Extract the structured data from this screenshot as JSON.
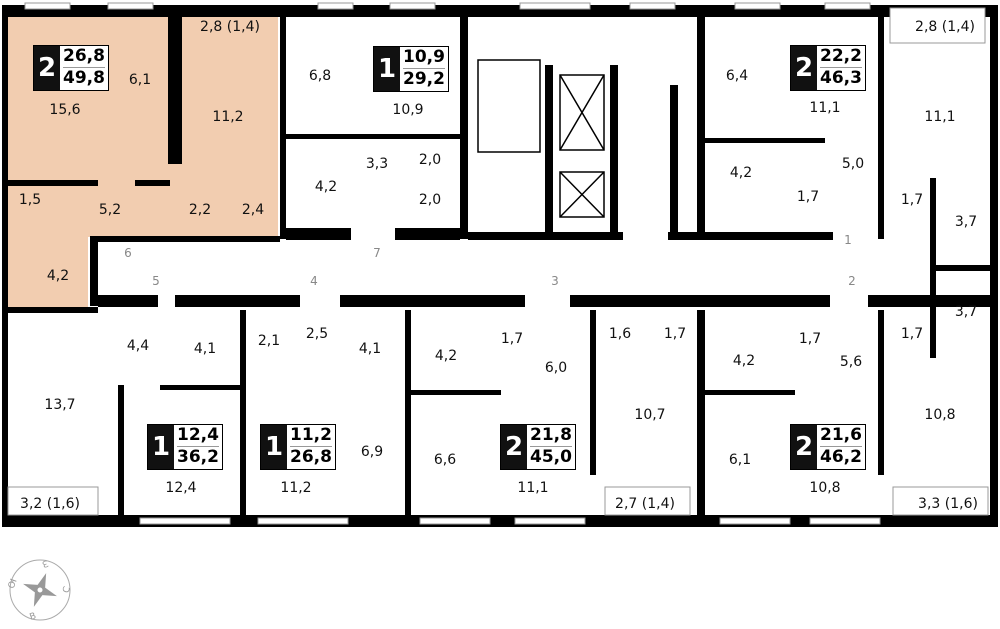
{
  "colors": {
    "highlight": "#f2cdb0",
    "wall": "#000000",
    "door_number": "#888888"
  },
  "apartments": [
    {
      "rooms": "2",
      "living_area": "26,8",
      "total_area": "49,8",
      "highlighted": true
    },
    {
      "rooms": "1",
      "living_area": "10,9",
      "total_area": "29,2"
    },
    {
      "rooms": "2",
      "living_area": "22,2",
      "total_area": "46,3"
    },
    {
      "rooms": "1",
      "living_area": "12,4",
      "total_area": "36,2"
    },
    {
      "rooms": "1",
      "living_area": "11,2",
      "total_area": "26,8"
    },
    {
      "rooms": "2",
      "living_area": "21,8",
      "total_area": "45,0"
    },
    {
      "rooms": "2",
      "living_area": "21,6",
      "total_area": "46,2"
    }
  ],
  "room_labels": [
    "15,6",
    "6,1",
    "2,8 (1,4)",
    "11,2",
    "1,5",
    "5,2",
    "2,2",
    "2,4",
    "4,2",
    "6,8",
    "10,9",
    "3,3",
    "2,0",
    "2,0",
    "4,2",
    "6,4",
    "11,1",
    "4,2",
    "1,7",
    "5,0",
    "2,8 (1,4)",
    "11,1",
    "1,7",
    "3,7",
    "3,7",
    "1,7",
    "4,4",
    "4,1",
    "13,7",
    "12,4",
    "3,2 (1,6)",
    "2,1",
    "2,5",
    "4,1",
    "11,2",
    "6,9",
    "4,2",
    "1,7",
    "6,6",
    "11,1",
    "6,0",
    "1,6",
    "1,7",
    "10,7",
    "2,7 (1,4)",
    "4,2",
    "1,7",
    "5,6",
    "6,1",
    "10,8",
    "10,8",
    "3,3 (1,6)"
  ],
  "door_numbers": [
    "6",
    "5",
    "4",
    "7",
    "3",
    "2",
    "1"
  ],
  "compass": {
    "north": "С",
    "south": "Ю",
    "east": "В",
    "west": "З"
  }
}
